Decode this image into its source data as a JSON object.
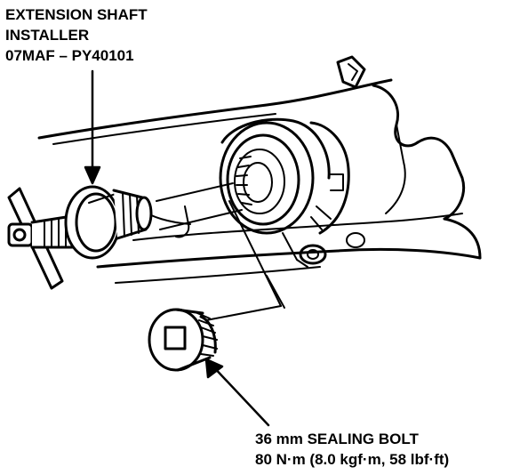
{
  "tool_callout": {
    "line1": "EXTENSION SHAFT",
    "line2": "INSTALLER",
    "line3": "07MAF – PY40101"
  },
  "bolt_callout": {
    "line1": "36 mm SEALING BOLT",
    "line2": "80 N·m (8.0 kgf·m, 58 lbf·ft)"
  }
}
